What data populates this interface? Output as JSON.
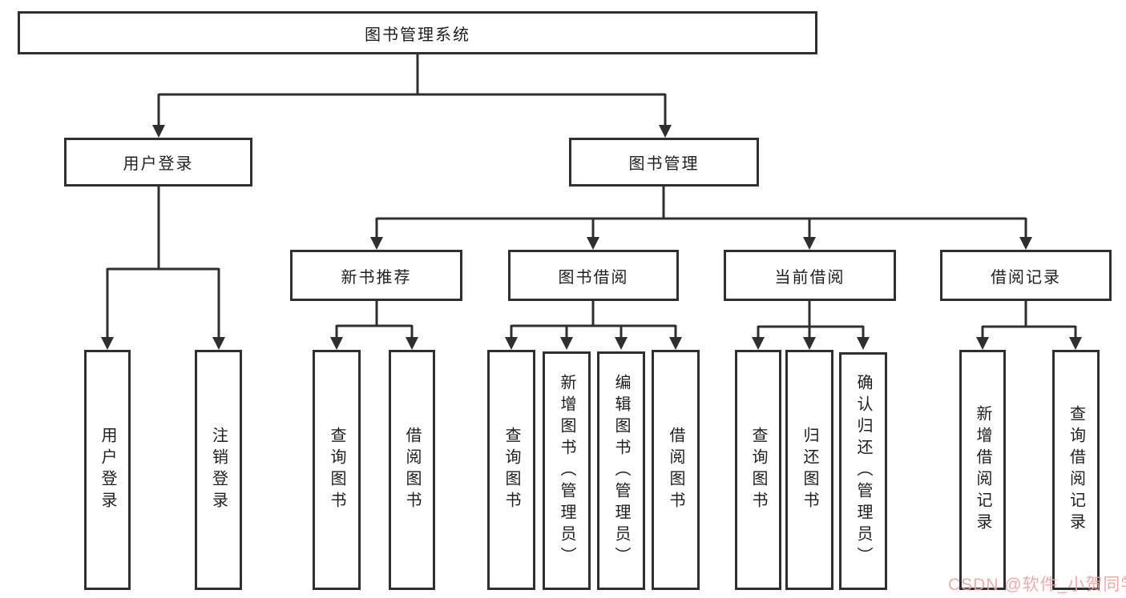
{
  "nodes": {
    "root": "图书管理系统",
    "user_login": "用户登录",
    "book_mgmt": "图书管理",
    "new_book_rec": "新书推荐",
    "book_borrow": "图书借阅",
    "current_borrow": "当前借阅",
    "borrow_record": "借阅记录",
    "ul_user_login": "用户登录",
    "ul_logout": "注销登录",
    "nb_query": "查询图书",
    "nb_borrow": "借阅图书",
    "bb_query": "查询图书",
    "bb_add": "新增图书（管理员）",
    "bb_edit": "编辑图书（管理员）",
    "bb_borrow": "借阅图书",
    "cb_query": "查询图书",
    "cb_return": "归还图书",
    "cb_confirm": "确认归还（管理员）",
    "br_add": "新增借阅记录",
    "br_query": "查询借阅记录"
  },
  "watermark": {
    "text": "CSDN @软件_小贺同学"
  },
  "colors": {
    "line": "#2f2f2f",
    "box_border": "#2f2f2f",
    "text": "#1e1e1e",
    "background": "#ffffff",
    "watermark": "#f0a0a0"
  }
}
